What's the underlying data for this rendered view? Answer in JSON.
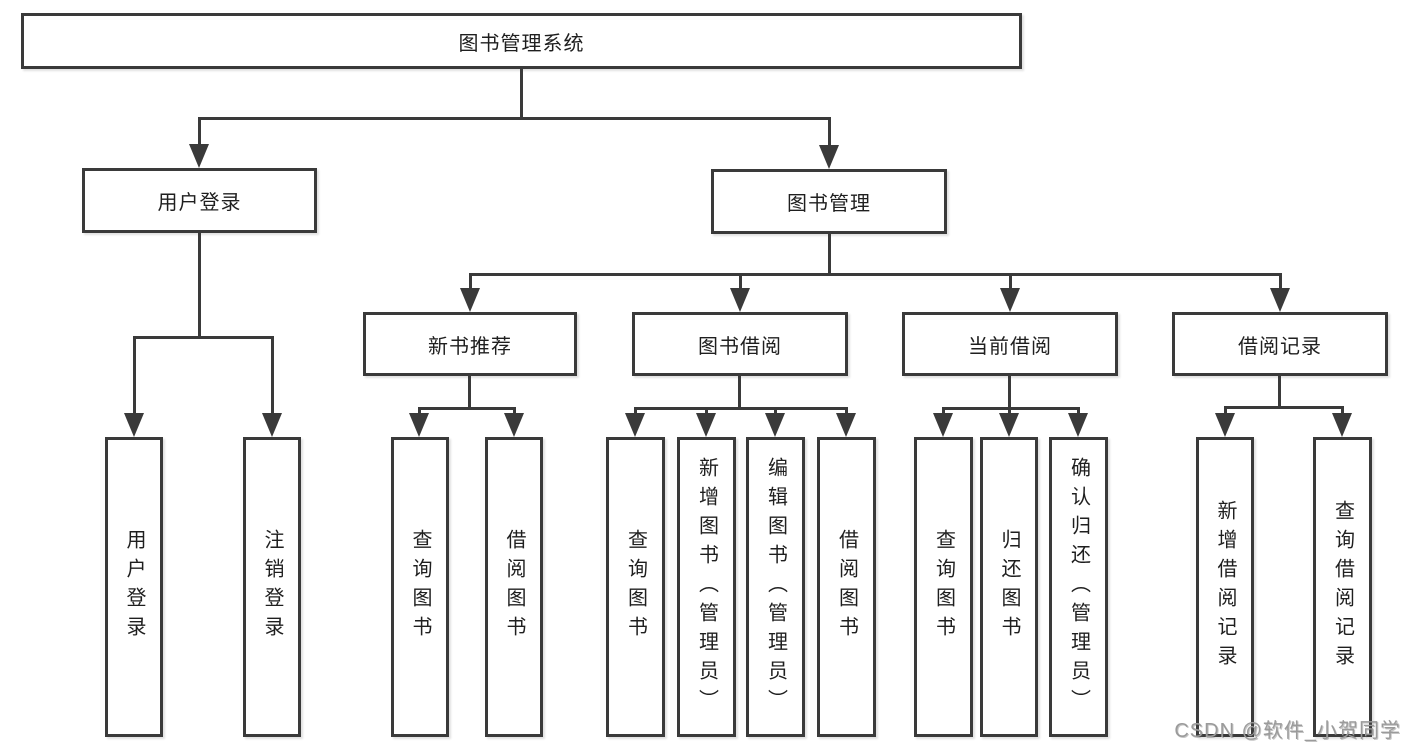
{
  "tree": {
    "root": {
      "label": "图书管理系统"
    },
    "level2": [
      {
        "label": "用户登录"
      },
      {
        "label": "图书管理"
      }
    ],
    "level3": [
      {
        "label": "新书推荐"
      },
      {
        "label": "图书借阅"
      },
      {
        "label": "当前借阅"
      },
      {
        "label": "借阅记录"
      }
    ],
    "leaves": [
      {
        "parent": "用户登录",
        "label": "用户登录"
      },
      {
        "parent": "用户登录",
        "label": "注销登录"
      },
      {
        "parent": "新书推荐",
        "label": "查询图书"
      },
      {
        "parent": "新书推荐",
        "label": "借阅图书"
      },
      {
        "parent": "图书借阅",
        "label": "查询图书"
      },
      {
        "parent": "图书借阅",
        "label": "新增图书（管理员）"
      },
      {
        "parent": "图书借阅",
        "label": "编辑图书（管理员）"
      },
      {
        "parent": "图书借阅",
        "label": "借阅图书"
      },
      {
        "parent": "当前借阅",
        "label": "查询图书"
      },
      {
        "parent": "当前借阅",
        "label": "归还图书"
      },
      {
        "parent": "当前借阅",
        "label": "确认归还（管理员）"
      },
      {
        "parent": "借阅记录",
        "label": "新增借阅记录"
      },
      {
        "parent": "借阅记录",
        "label": "查询借阅记录"
      }
    ]
  },
  "watermark": "CSDN @软件_小贺同学",
  "colors": {
    "line": "#3a3a3a",
    "box_border": "#3a3a3a",
    "text": "#1f1f1f",
    "watermark": "#9b9b9b",
    "background": "#ffffff"
  }
}
